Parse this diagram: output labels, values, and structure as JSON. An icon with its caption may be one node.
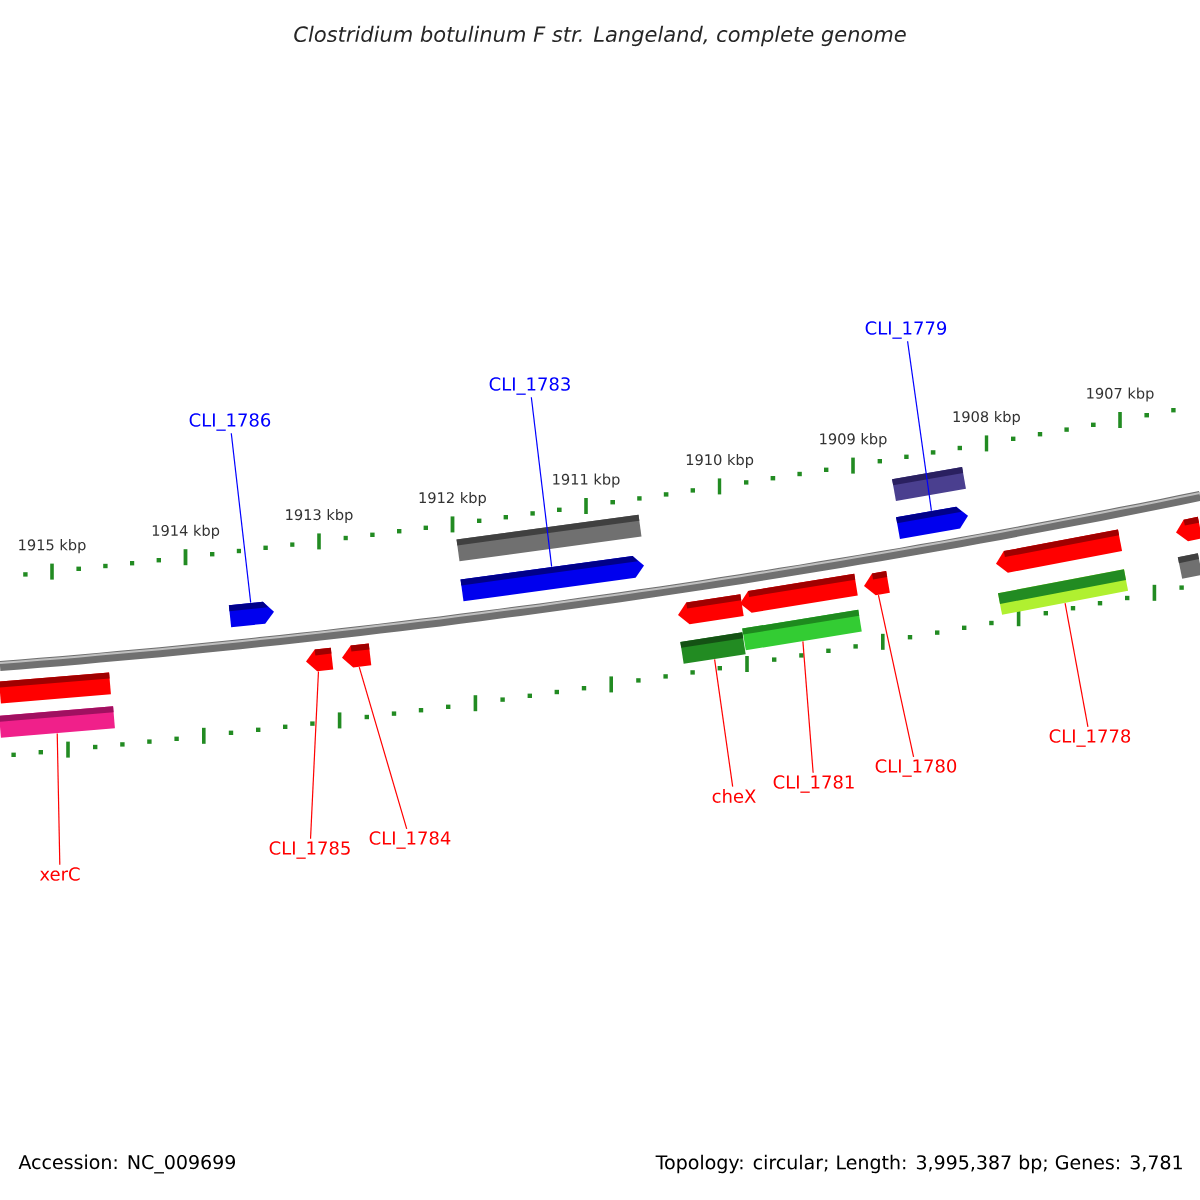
{
  "diagram": {
    "title": "Clostridium botulinum F str. Langeland, complete genome",
    "nodes": [
      {
        "text": [
          "CLI_1786"
        ]
      },
      {
        "text": [
          "CLI_1783"
        ]
      },
      {
        "text": [
          "CLI_1779"
        ]
      },
      {
        "text": [
          "xerC"
        ]
      },
      {
        "text": [
          "CLI_1785"
        ]
      },
      {
        "text": [
          "CLI_1784"
        ]
      },
      {
        "text": [
          "cheX"
        ]
      },
      {
        "text": [
          "CLI_1781"
        ]
      },
      {
        "text": [
          "CLI_1780"
        ]
      },
      {
        "text": [
          "CLI_1778"
        ]
      },
      {
        "text": [],
        "shape": "pentagon"
      },
      {
        "text": [],
        "shape": "bar"
      },
      {
        "text": [],
        "shape": "pentagon"
      },
      {
        "text": [],
        "shape": "bar"
      },
      {
        "text": [],
        "shape": "pentagon"
      },
      {
        "text": [],
        "shape": "bar"
      },
      {
        "text": [],
        "shape": "pentagon"
      },
      {
        "text": [],
        "shape": "bar"
      },
      {
        "text": [],
        "shape": "bar"
      },
      {
        "text": [],
        "shape": "pentagon"
      },
      {
        "text": [],
        "shape": "pentagon"
      },
      {
        "text": [],
        "shape": "pentagon"
      },
      {
        "text": [],
        "shape": "pentagon"
      },
      {
        "text": [],
        "shape": "pentagon"
      },
      {
        "text": [],
        "shape": "bar"
      },
      {
        "text": [],
        "shape": "bar"
      },
      {
        "text": [],
        "shape": "pentagon"
      },
      {
        "text": [],
        "shape": "bar"
      }
    ],
    "edges": [
      {
        "from": 0,
        "to": 10,
        "arrow": "none",
        "color": "#0000ff"
      },
      {
        "from": 1,
        "to": 12,
        "arrow": "none",
        "color": "#0000ff"
      },
      {
        "from": 2,
        "to": 14,
        "arrow": "none",
        "color": "#0000ff"
      },
      {
        "from": 3,
        "to": 18,
        "arrow": "none"
      },
      {
        "from": 4,
        "to": 19,
        "arrow": "none"
      },
      {
        "from": 5,
        "to": 20,
        "arrow": "none"
      },
      {
        "from": 6,
        "to": 24,
        "arrow": "none"
      },
      {
        "from": 7,
        "to": 25,
        "arrow": "none"
      },
      {
        "from": 8,
        "to": 23,
        "arrow": "none"
      },
      {
        "from": 9,
        "to": 27,
        "arrow": "none"
      }
    ],
    "labels": [
      "1915 kbp",
      "1914 kbp",
      "1913 kbp",
      "1912 kbp",
      "1911 kbp",
      "1910 kbp",
      "1909 kbp",
      "1908 kbp",
      "1907 kbp",
      "Accession: NC_009699",
      "Topology: circular; Length: 3,995,387 bp; Genes: 3,781"
    ]
  }
}
